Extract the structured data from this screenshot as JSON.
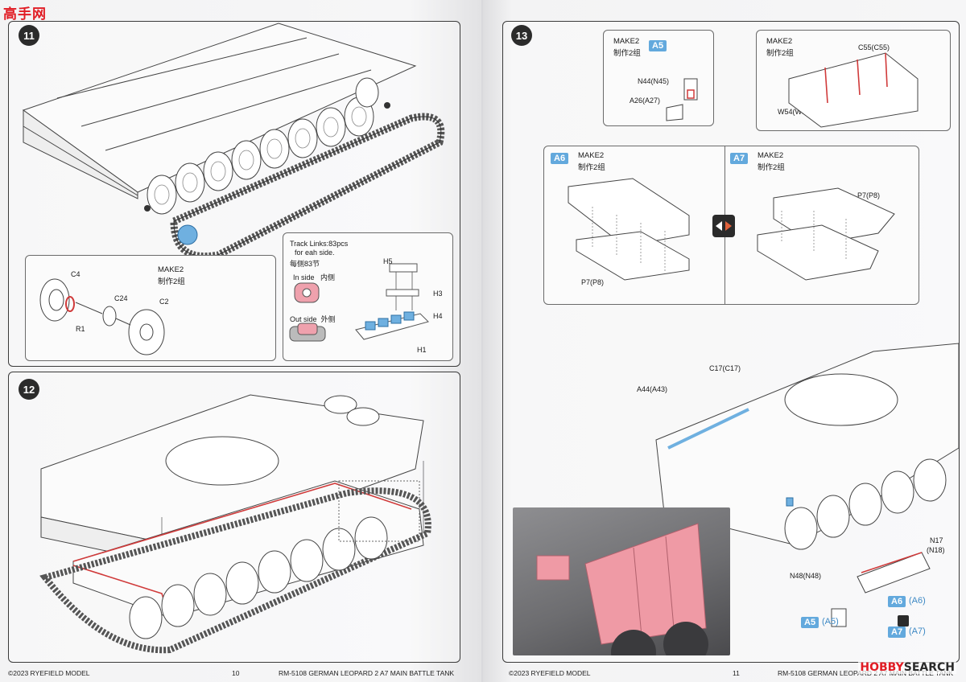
{
  "watermark_top": "高手网",
  "watermark_bottom": {
    "prefix": "HOBBY",
    "suffix": "SEARCH"
  },
  "left_page": {
    "step11": {
      "number": "11",
      "track_note": {
        "line1": "Track Links:83pcs",
        "line2": "for eah side.",
        "line3": "每侧83节"
      },
      "in_side": {
        "en": "In side",
        "cn": "内侧"
      },
      "out_side": {
        "en": "Out side",
        "cn": "外侧"
      },
      "parts": {
        "h5": "H5",
        "h3": "H3",
        "h4": "H4",
        "h1": "H1"
      },
      "sprocket": {
        "make": "MAKE2",
        "make_cn": "制作2组",
        "c4": "C4",
        "c24": "C24",
        "c2": "C2",
        "r1": "R1"
      }
    },
    "step12": {
      "number": "12"
    },
    "footer": {
      "copyright": "©2023 RYEFIELD MODEL",
      "page": "10",
      "title": "RM-5108 GERMAN LEOPARD  2 A7 MAIN BATTLE TANK"
    }
  },
  "right_page": {
    "step13": {
      "number": "13",
      "a5_box": {
        "make": "MAKE2",
        "make_cn": "制作2组",
        "tag": "A5",
        "n44": "N44(N45)",
        "a26": "A26(A27)"
      },
      "c55_box": {
        "make": "MAKE2",
        "make_cn": "制作2组",
        "c55": "C55(C55)",
        "w54": "W54(W54)"
      },
      "a6_box": {
        "tag": "A6",
        "make": "MAKE2",
        "make_cn": "制作2组",
        "p7": "P7(P8)"
      },
      "a7_box": {
        "tag": "A7",
        "make": "MAKE2",
        "make_cn": "制作2组",
        "p7": "P7(P8)"
      },
      "main": {
        "c17": "C17(C17)",
        "a44": "A44(A43)",
        "n17": "N17",
        "n18": "(N18)",
        "n48": "N48(N48)",
        "a6": "A6",
        "a6p": "(A6)",
        "a5": "A5",
        "a5p": "(A5)",
        "a7": "A7",
        "a7p": "(A7)"
      }
    },
    "footer": {
      "copyright": "©2023 RYEFIELD MODEL",
      "page": "11",
      "title": "RM-5108 GERMAN LEOPARD  2 A7 MAIN BATTLE TANK"
    }
  },
  "colors": {
    "accent_blue": "#63a9dd",
    "highlight_red": "#d03a3a",
    "pink": "#ef9aa5"
  }
}
